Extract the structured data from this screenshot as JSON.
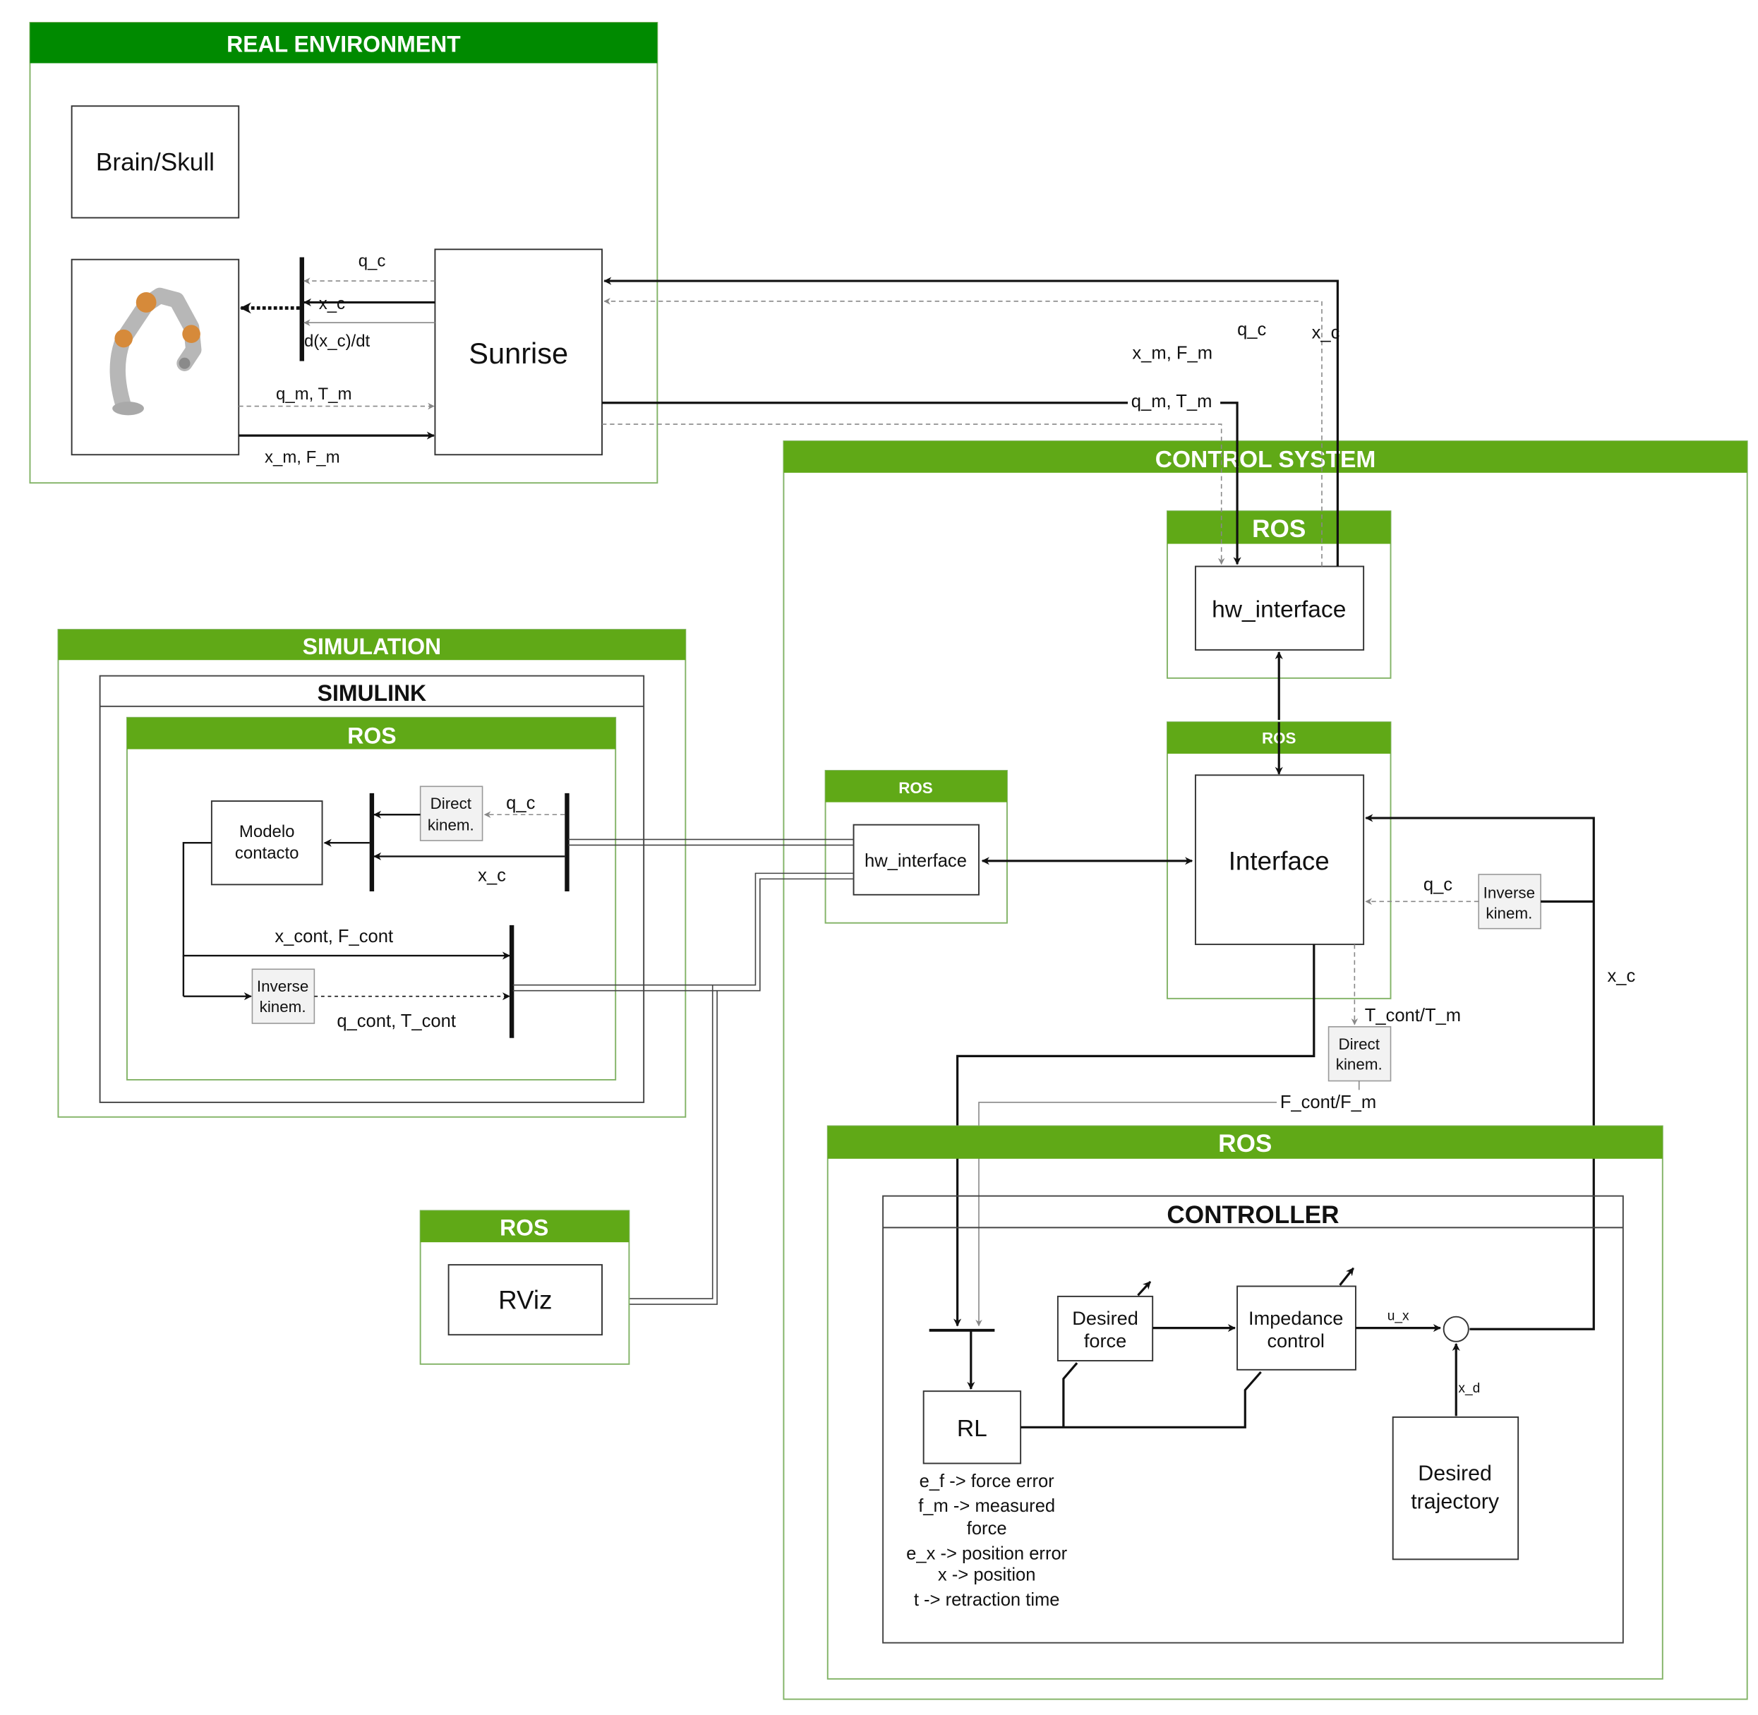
{
  "colors": {
    "header_dark_green": "#008a00",
    "header_green": "#60a917",
    "border_green": "#82b366",
    "block_fill_light": "#f2f2f2"
  },
  "real_env": {
    "title": "REAL ENVIRONMENT",
    "brain": "Brain/Skull",
    "robot_icon": "robot-arm-icon",
    "sunrise": "Sunrise",
    "q_c": "q_c",
    "x_c": "x_c",
    "dxc": "d(x_c)/dt",
    "q_m_t_m": "q_m, T_m",
    "x_m_f_m": "x_m, F_m"
  },
  "links": {
    "x_m_f_m": "x_m, F_m",
    "q_c": "q_c",
    "x_c": "x_c",
    "q_m_t_m": "q_m, T_m"
  },
  "control": {
    "title": "CONTROL SYSTEM",
    "ros_top": "ROS",
    "hw_interface": "hw_interface",
    "ros_mid": "ROS",
    "interface": "Interface",
    "q_c": "q_c",
    "inverse_kinem": [
      "Inverse",
      "kinem."
    ],
    "x_c": "x_c",
    "t_cont": "T_cont/T_m",
    "direct_kinem": [
      "Direct",
      "kinem."
    ],
    "f_cont": "F_cont/F_m"
  },
  "ros_bridge": {
    "title": "ROS",
    "hw_interface": "hw_interface"
  },
  "simulation": {
    "title": "SIMULATION",
    "simulink": "SIMULINK",
    "ros": "ROS",
    "modelo": [
      "Modelo",
      "contacto"
    ],
    "direct_kinem": [
      "Direct",
      "kinem."
    ],
    "q_c": "q_c",
    "x_c": "x_c",
    "x_cont": "x_cont, F_cont",
    "inverse_kinem": [
      "Inverse",
      "kinem."
    ],
    "q_cont": "q_cont, T_cont"
  },
  "rviz": {
    "title": "ROS",
    "label": "RViz"
  },
  "controller": {
    "ros": "ROS",
    "title": "CONTROLLER",
    "rl": "RL",
    "desired_force": [
      "Desired",
      "force"
    ],
    "impedance": [
      "Impedance",
      "control"
    ],
    "u_x": "u_x",
    "x_d": "x_d",
    "desired_traj": [
      "Desired",
      "trajectory"
    ],
    "legend": [
      "e_f -> force error",
      "f_m -> measured",
      "force",
      "e_x -> position error",
      "x -> position",
      "t -> retraction time"
    ]
  }
}
